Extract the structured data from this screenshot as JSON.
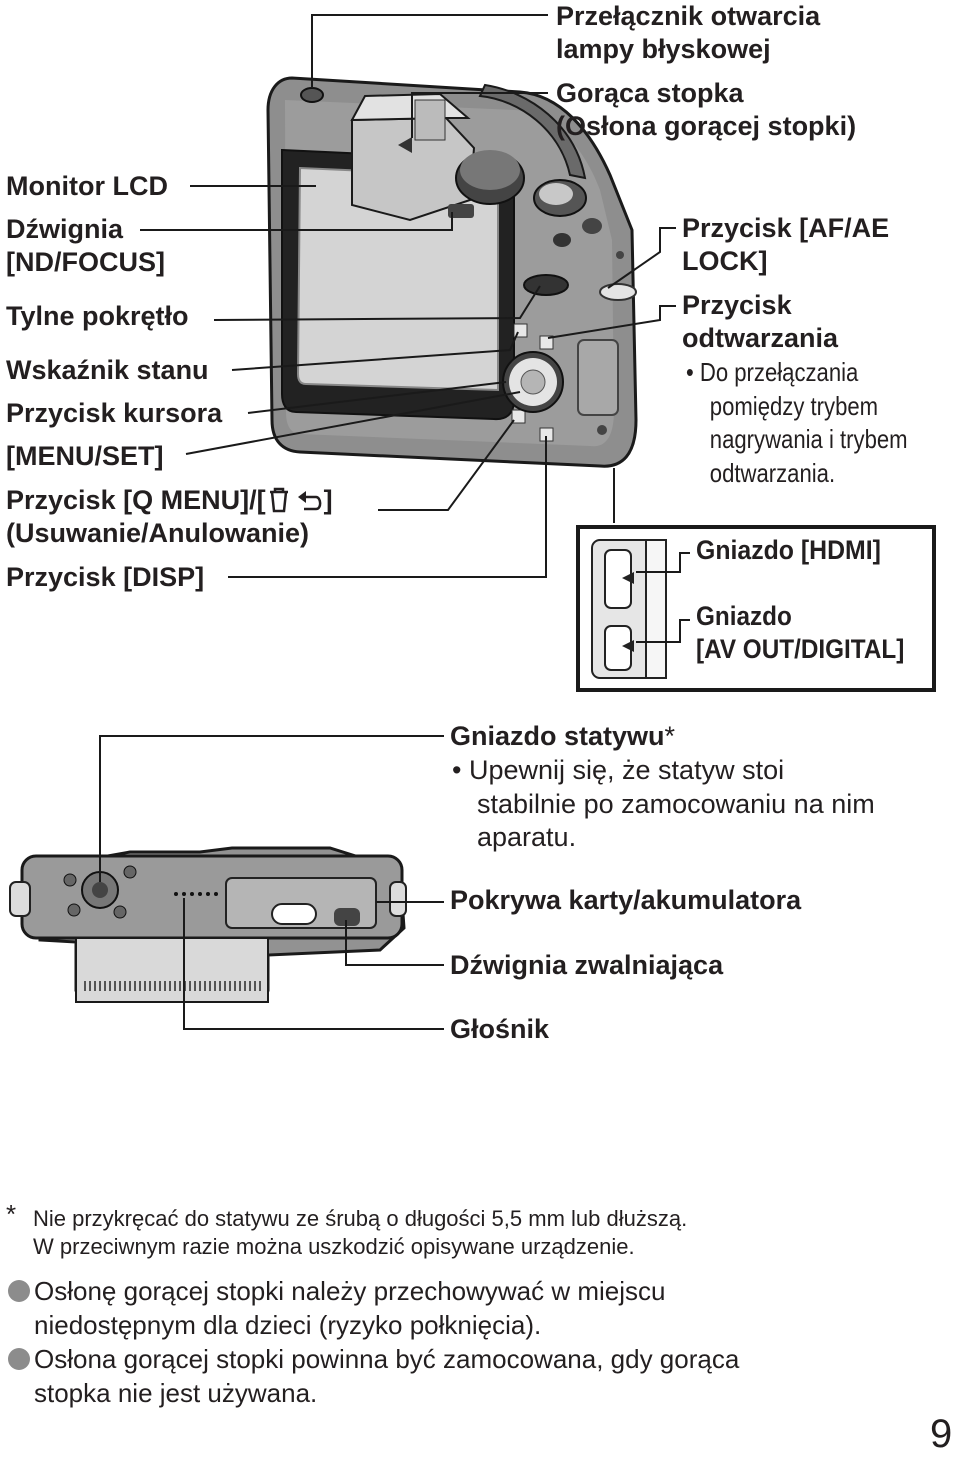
{
  "top_labels_right": {
    "flash_switch": [
      "Przełącznik otwarcia",
      "lampy błyskowej"
    ],
    "hot_shoe": [
      "Gorąca stopka",
      "(Osłona gorącej stopki)"
    ],
    "af_ae_lock": [
      "Przycisk [AF/AE",
      "LOCK]"
    ],
    "playback": [
      "Przycisk",
      "odtwarzania"
    ],
    "playback_note": [
      "Do przełączania",
      "pomiędzy trybem",
      "nagrywania i trybem",
      "odtwarzania."
    ],
    "hdmi": "Gniazdo [HDMI]",
    "av_out": [
      "Gniazdo",
      "[AV OUT/DIGITAL]"
    ]
  },
  "top_labels_left": {
    "lcd": "Monitor LCD",
    "nd_focus": [
      "Dźwignia",
      "[ND/FOCUS]"
    ],
    "rear_dial": "Tylne pokrętło",
    "status": "Wskaźnik stanu",
    "cursor": "Przycisk kursora",
    "menu_set": "[MENU/SET]",
    "q_menu_pre": "Przycisk [Q MENU]/[",
    "q_menu_post": "]",
    "delete_cancel": "(Usuwanie/Anulowanie)",
    "disp": "Przycisk [DISP]"
  },
  "bottom_labels": {
    "tripod": "Gniazdo statywu",
    "tripod_mark": "*",
    "tripod_note": [
      "Upewnij się, że statyw stoi",
      "stabilnie po zamocowaniu na nim",
      "aparatu."
    ],
    "card_cover": "Pokrywa karty/akumulatora",
    "release_lever": "Dźwignia zwalniająca",
    "speaker": "Głośnik"
  },
  "footnote": {
    "mark": "*",
    "lines": [
      "Nie przykręcać do statywu ze śrubą o długości 5,5 mm lub dłuższą.",
      "W przeciwnym razie można uszkodzić opisywane urządzenie."
    ]
  },
  "tips": [
    [
      "Osłonę gorącej stopki należy przechowywać w miejscu",
      "niedostępnym dla dzieci (ryzyko połknięcia)."
    ],
    [
      "Osłona gorącej stopki powinna być zamocowana, gdy gorąca",
      "stopka nie jest używana."
    ]
  ],
  "page_number": "9",
  "icons": [
    "trash-icon",
    "return-arrow-icon"
  ],
  "colors": {
    "body": "#8e8e8e",
    "dark": "#3a3a3a",
    "light": "#d4d4d4",
    "bullet": "#8c8c8c"
  }
}
